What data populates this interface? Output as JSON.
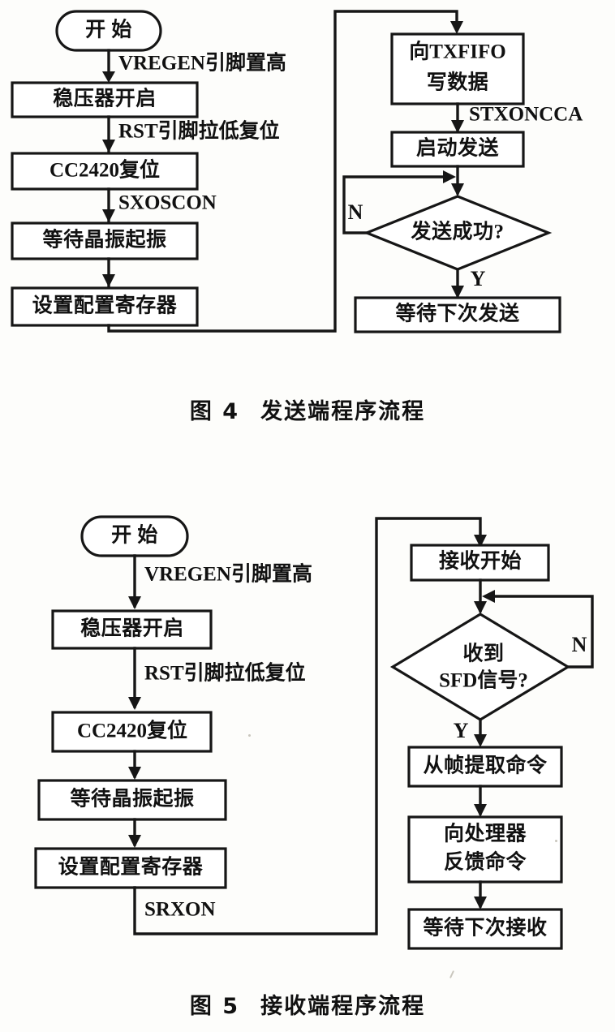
{
  "document": {
    "type": "technical-paper-figures",
    "language": "zh-CN"
  },
  "figure4": {
    "caption_number": "图 4",
    "caption_title": "发送端程序流程",
    "left_column": {
      "start_node": "开 始",
      "nodes": [
        "稳压器开启",
        "CC2420复位",
        "等待晶振起振",
        "设置配置寄存器"
      ],
      "edge_labels": [
        "VREGEN引脚置高",
        "RST引脚拉低复位",
        "SXOSCON"
      ]
    },
    "right_column": {
      "nodes": [
        "向TXFIFO",
        "写数据",
        "启动发送",
        "等待下次发送"
      ],
      "node_txfifo_line1": "向TXFIFO",
      "node_txfifo_line2": "写数据",
      "node_start_tx": "启动发送",
      "node_wait_next": "等待下次发送",
      "edge_label_stxonccca": "STXONCCA",
      "decision": "发送成功?",
      "branch_no": "N",
      "branch_yes": "Y"
    }
  },
  "figure5": {
    "caption_number": "图 5",
    "caption_title": "接收端程序流程",
    "left_column": {
      "start_node": "开 始",
      "nodes": [
        "稳压器开启",
        "CC2420复位",
        "等待晶振起振",
        "设置配置寄存器"
      ],
      "edge_labels": [
        "VREGEN引脚置高",
        "RST引脚拉低复位",
        "SRXON"
      ]
    },
    "right_column": {
      "node_rx_start": "接收开始",
      "decision_line1": "收到",
      "decision_line2": "SFD信号?",
      "branch_no": "N",
      "branch_yes": "Y",
      "node_extract": "从帧提取命令",
      "node_feedback_line1": "向处理器",
      "node_feedback_line2": "反馈命令",
      "node_wait_next": "等待下次接收"
    }
  },
  "colors": {
    "ink": "#161616",
    "paper": "#fdfdfb"
  }
}
